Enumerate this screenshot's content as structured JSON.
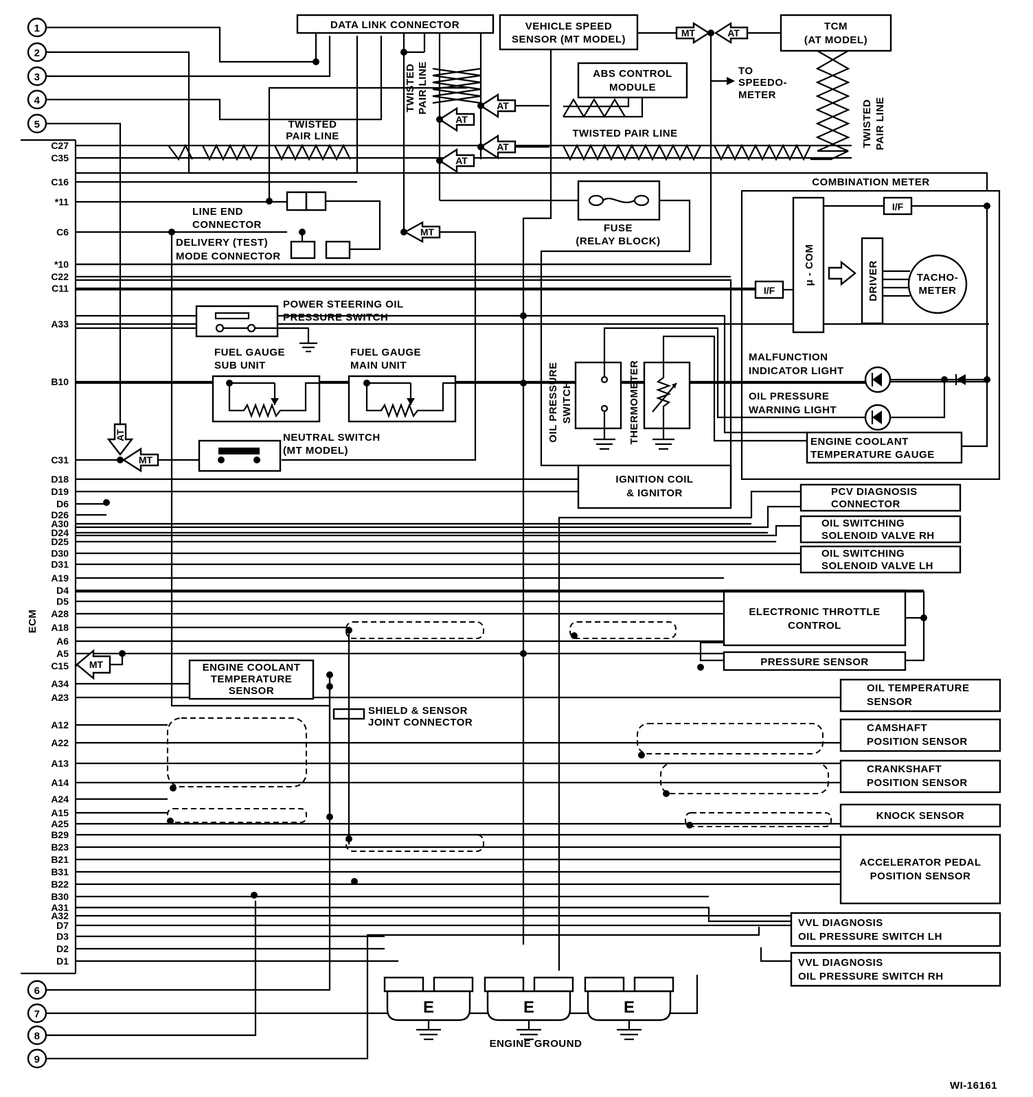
{
  "figure_id": "WI-16161",
  "ecm_label": "ECM",
  "refs": [
    "1",
    "2",
    "3",
    "4",
    "5",
    "6",
    "7",
    "8",
    "9"
  ],
  "pins": [
    "C27",
    "C35",
    "C16",
    "*11",
    "C6",
    "*10",
    "C22",
    "C11",
    "A33",
    "B10",
    "C31",
    "D18",
    "D19",
    "D6",
    "D26",
    "A30",
    "D24",
    "D25",
    "D30",
    "D31",
    "A19",
    "D4",
    "D5",
    "A28",
    "A18",
    "A6",
    "A5",
    "C15",
    "A34",
    "A23",
    "A12",
    "A22",
    "A13",
    "A14",
    "A24",
    "A15",
    "A25",
    "B29",
    "B23",
    "B21",
    "B31",
    "B22",
    "B30",
    "A31",
    "A32",
    "D7",
    "D3",
    "D2",
    "D1"
  ],
  "components": {
    "data_link_connector": "DATA LINK CONNECTOR",
    "vss_1": "VEHICLE SPEED",
    "vss_2": "SENSOR (MT MODEL)",
    "tcm_1": "TCM",
    "tcm_2": "(AT MODEL)",
    "abs_1": "ABS CONTROL",
    "abs_2": "MODULE",
    "speedo_1": "TO",
    "speedo_2": "SPEEDO-",
    "speedo_3": "METER",
    "twisted_1": "TWISTED",
    "twisted_2": "PAIR LINE",
    "twisted_pair_line": "TWISTED PAIR LINE",
    "combination_meter": "COMBINATION METER",
    "fuse_1": "FUSE",
    "fuse_2": "(RELAY BLOCK)",
    "line_end_1": "LINE END",
    "line_end_2": "CONNECTOR",
    "delivery_1": "DELIVERY (TEST)",
    "delivery_2": "MODE CONNECTOR",
    "ps_1": "POWER STEERING OIL",
    "ps_2": "PRESSURE SWITCH",
    "fg_sub_1": "FUEL GAUGE",
    "fg_sub_2": "SUB UNIT",
    "fg_main_1": "FUEL GAUGE",
    "fg_main_2": "MAIN UNIT",
    "neutral_1": "NEUTRAL SWITCH",
    "neutral_2": "(MT MODEL)",
    "oil_ps_1": "OIL PRESSURE",
    "oil_ps_2": "SWITCH",
    "thermometer": "THERMOMETER",
    "mu_com": "μ - COM",
    "driver": "DRIVER",
    "tacho_1": "TACHO-",
    "tacho_2": "METER",
    "if_label": "I/F",
    "mil_1": "MALFUNCTION",
    "mil_2": "INDICATOR LIGHT",
    "opw_1": "OIL PRESSURE",
    "opw_2": "WARNING LIGHT",
    "ect_gauge_1": "ENGINE COOLANT",
    "ect_gauge_2": "TEMPERATURE GAUGE",
    "ign_1": "IGNITION COIL",
    "ign_2": "& IGNITOR",
    "pcv_1": "PCV DIAGNOSIS",
    "pcv_2": "CONNECTOR",
    "osv_rh_1": "OIL SWITCHING",
    "osv_rh_2": "SOLENOID VALVE RH",
    "osv_lh_1": "OIL SWITCHING",
    "osv_lh_2": "SOLENOID VALVE LH",
    "etc_1": "ELECTRONIC THROTTLE",
    "etc_2": "CONTROL",
    "pressure_sensor": "PRESSURE SENSOR",
    "ect_sensor_1": "ENGINE COOLANT",
    "ect_sensor_2": "TEMPERATURE",
    "ect_sensor_3": "SENSOR",
    "shield_1": "SHIELD & SENSOR",
    "shield_2": "JOINT CONNECTOR",
    "oil_temp_1": "OIL TEMPERATURE",
    "oil_temp_2": "SENSOR",
    "cam_1": "CAMSHAFT",
    "cam_2": "POSITION SENSOR",
    "crank_1": "CRANKSHAFT",
    "crank_2": "POSITION SENSOR",
    "knock": "KNOCK SENSOR",
    "app_1": "ACCELERATOR PEDAL",
    "app_2": "POSITION SENSOR",
    "vvl_lh_1": "VVL DIAGNOSIS",
    "vvl_lh_2": "OIL PRESSURE SWITCH LH",
    "vvl_rh_1": "VVL DIAGNOSIS",
    "vvl_rh_2": "OIL PRESSURE SWITCH RH",
    "engine_ground": "ENGINE GROUND",
    "ground_e": "E",
    "mt": "MT",
    "at": "AT"
  }
}
